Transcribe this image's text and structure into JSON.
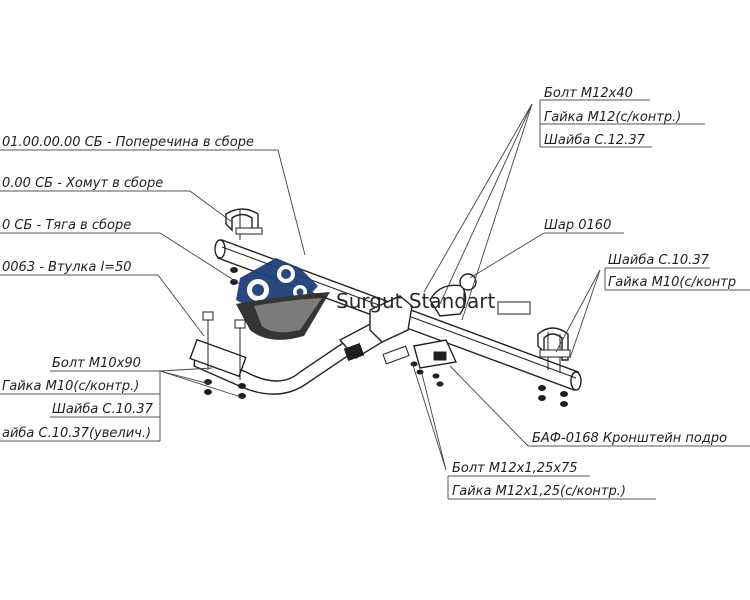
{
  "labels": {
    "bolt_m12x40": "Болт М12х40",
    "nut_m12": "Гайка М12(с/контр.)",
    "washer_c1237": "Шайба С.12.37",
    "crossmember": "01.00.00.00 СБ - Поперечина в сборе",
    "clamp": "0.00 СБ - Хомут в сборе",
    "rod": "0 СБ - Тяга в сборе",
    "bushing": "0063 - Втулка l=50",
    "ball": "Шар 0160",
    "washer_c1037_right": "Шайба С.10.37",
    "nut_m10_right": "Гайка М10(с/контр",
    "bolt_m10x90": "Болт М10х90",
    "nut_m10_left": "Гайка М10(с/контр.)",
    "washer_c1037_left": "Шайба С.10.37",
    "washer_c1037_enlarged": "айба С.10.37(увелич.)",
    "bracket": "БАФ-0168 Кронштейн подро",
    "bolt_m12x125": "Болт М12х1,25х75",
    "nut_m12x125": "Гайка М12х1,25(с/контр.)"
  },
  "watermark": {
    "text": "Surgut Standart",
    "colors": {
      "navy": "#1f3f7a",
      "dark": "#2b2b2b"
    }
  }
}
